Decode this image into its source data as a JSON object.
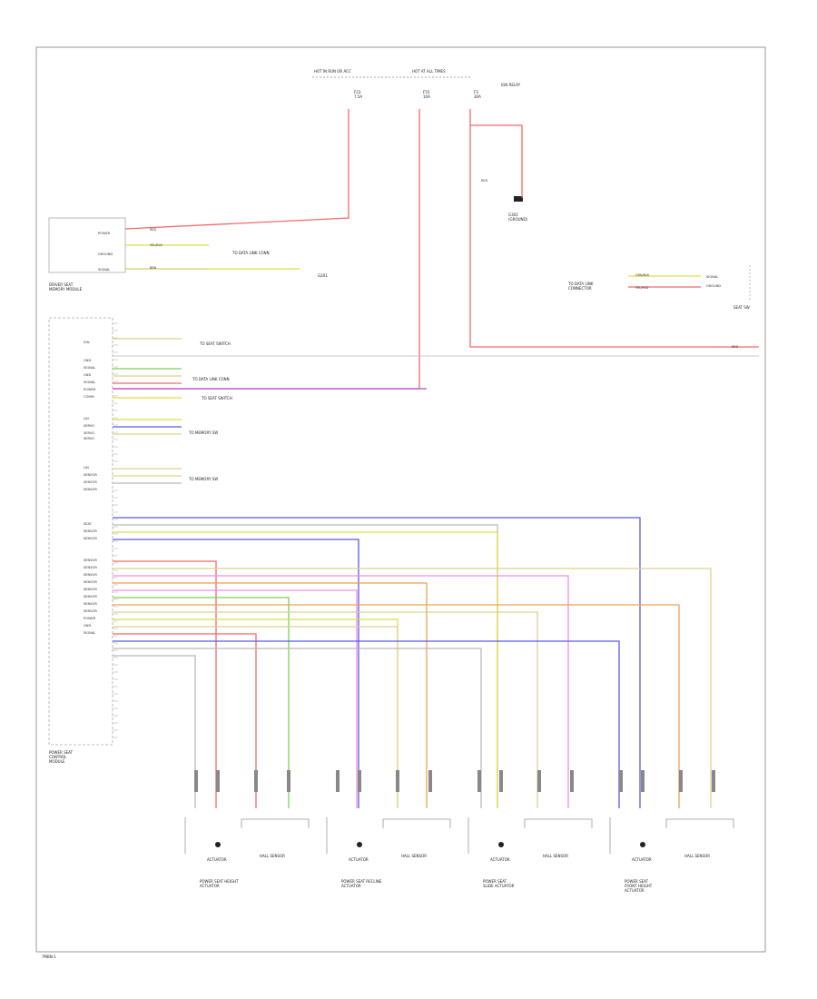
{
  "page": {
    "code": "7MBN-1"
  },
  "fuses": {
    "box_left": "HOT IN RUN OR ACC",
    "box_right": "HOT AT ALL TIMES",
    "f1": "F23\n7.5A",
    "f2": "F55\n10A",
    "f3": "F3\n30A",
    "relay_note": "IGN RELAY",
    "ground_right": "G302\n(GROUND)"
  },
  "memory_module": {
    "title": "DRIVER SEAT\nMEMORY MODULE",
    "pins": [
      "POWER",
      "GROUND",
      "SIGNAL"
    ]
  },
  "main_module": {
    "title": "POWER SEAT\nCONTROL\nMODULE",
    "pins": [
      "IGN",
      "GND",
      "SIGNAL",
      "GND",
      "SIGNAL",
      "POWER",
      "COMM",
      "LIN",
      "SERVO",
      "SERVO",
      "SERVO",
      "LIN",
      "SENSOR",
      "SENSOR",
      "SENSOR",
      "SEAT",
      "SENSOR",
      "SENSOR",
      "SENSOR",
      "SENSOR",
      "SENSOR",
      "SENSOR",
      "SENSOR",
      "SENSOR",
      "SENSOR",
      "SENSOR",
      "POWER",
      "GND",
      "SIGNAL"
    ]
  },
  "connector_labels": {
    "c1": "TO SEAT SWITCH",
    "c2": "TO DATA LINK CONN",
    "c3": "TO SEAT SWITCH",
    "c4": "TO MEMORY SW",
    "c5": "TO MEMORY SW",
    "ground_left": "G201"
  },
  "right_switch": {
    "label": "TO DATA LINK\nCONNECTOR",
    "pins": [
      "SIGNAL",
      "GROUND"
    ],
    "title": "SEAT SW"
  },
  "wire_labels": {
    "w1": "RED",
    "w2": "YEL/BLK",
    "w3": "BRN",
    "w4": "RED",
    "w5": "RED",
    "w6": "GRN/BLK",
    "w7": "YEL/RED"
  },
  "actuators": [
    {
      "motor": "ACTUATOR",
      "sensor": "HALL SENSOR",
      "caption": "POWER SEAT HEIGHT\nACTUATOR"
    },
    {
      "motor": "ACTUATOR",
      "sensor": "HALL SENSOR",
      "caption": "POWER SEAT RECLINE\nACTUATOR"
    },
    {
      "motor": "ACTUATOR",
      "sensor": "HALL SENSOR",
      "caption": "POWER SEAT\nSLIDE ACTUATOR"
    },
    {
      "motor": "ACTUATOR",
      "sensor": "HALL SENSOR",
      "caption": "POWER SEAT\nFRONT HEIGHT\nACTUATOR"
    }
  ],
  "colors": {
    "red": "#f26a6a",
    "yellow": "#dede44",
    "green": "#7fcf53",
    "blue": "#5a5ae6",
    "purple": "#b34fd6",
    "pink": "#f090e8",
    "orange": "#f0a050",
    "khaki": "#ddd28a",
    "gray": "#b9b9b9"
  }
}
